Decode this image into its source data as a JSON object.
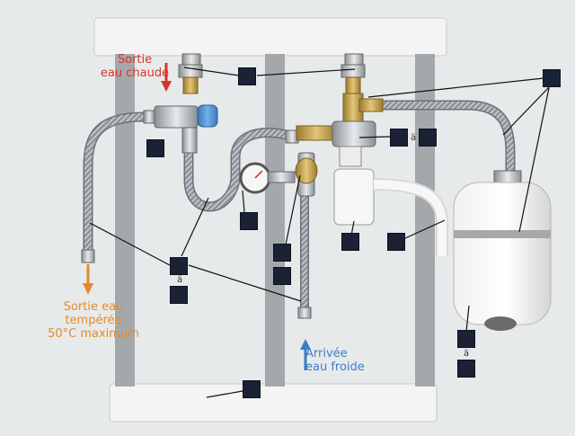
{
  "labels": {
    "hot_outlet": "Sortie\neau chaude",
    "tempered_outlet": "Sortie eau\ntempérée\n50°C maximum",
    "cold_inlet": "Arrivée\neau froide"
  },
  "answer_slots": [
    {
      "id": "b1"
    },
    {
      "id": "b2"
    },
    {
      "id": "b3"
    },
    {
      "id": "b4"
    },
    {
      "id": "b5"
    },
    {
      "id": "b6"
    },
    {
      "id": "b7"
    },
    {
      "id": "b8"
    },
    {
      "id": "b9"
    },
    {
      "id": "b10"
    },
    {
      "id": "b11"
    },
    {
      "id": "b12"
    },
    {
      "id": "b13"
    },
    {
      "id": "b14"
    },
    {
      "id": "b15"
    },
    {
      "id": "b16"
    },
    {
      "id": "b17"
    },
    {
      "id": "b18"
    }
  ],
  "small_letters": [
    {
      "text": "ä"
    },
    {
      "text": "ä"
    },
    {
      "text": "ä"
    }
  ],
  "colors": {
    "background": "#e7eaea",
    "panel": "#f4f4f4",
    "rail": "#a5a8ab",
    "box": "#1b2236",
    "hot_arrow": "#d8342b",
    "tempered_arrow": "#e6892a",
    "cold_arrow": "#3a7fc8",
    "braided_hose": "#8d9196",
    "brass": "#c9a64b"
  }
}
